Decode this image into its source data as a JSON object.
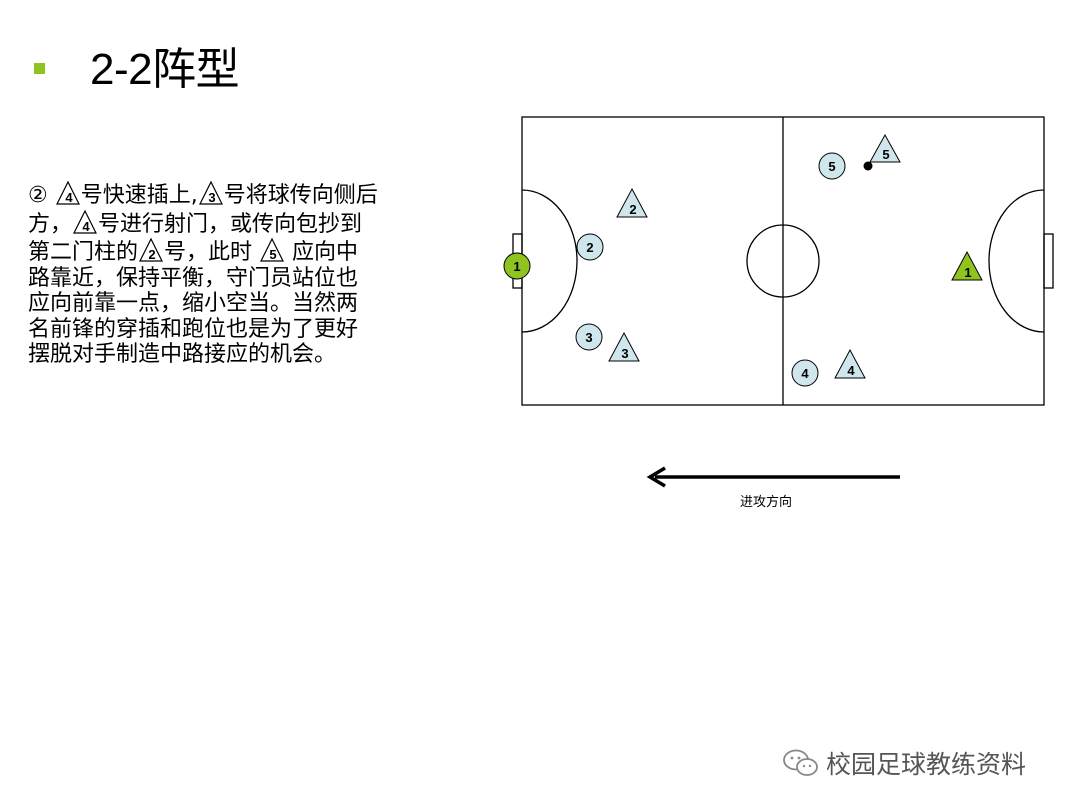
{
  "title": "2-2阵型",
  "description": {
    "seg1": "② ",
    "mk1": "4",
    "seg2": "号快速插上,",
    "mk2": "3",
    "seg3": "号将球传向侧后方，",
    "mk3": "4",
    "seg4": "号进行射门，或传向包抄到第二门柱的",
    "mk4": "2",
    "seg5": "号，此时 ",
    "mk5": "5",
    "seg6": " 应向中路靠近，保持平衡，守门员站位也应向前靠一点，缩小空当。当然两名前锋的穿插和跑位也是为了更好摆脱对手制造中路接应的机会。"
  },
  "diagram": {
    "circles": [
      "1",
      "2",
      "3",
      "4",
      "5"
    ],
    "triangles": [
      "2",
      "3",
      "4",
      "5",
      "1"
    ]
  },
  "arrow_label": "进攻方向",
  "watermark": "校园足球教练资料",
  "colors": {
    "accent": "#8fc31f",
    "player_fill": "#cfe6ec",
    "goalkeeper_fill": "#8fc31f"
  }
}
